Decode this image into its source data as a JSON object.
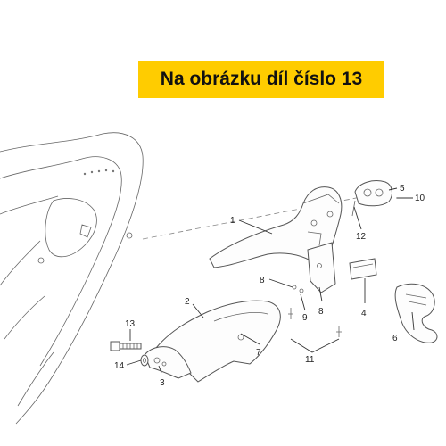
{
  "banner": {
    "text": "Na obrázku díl číslo 13",
    "background_color": "#ffcc00",
    "text_color": "#111111"
  },
  "callouts": {
    "c1": "1",
    "c2": "2",
    "c3": "3",
    "c4": "4",
    "c5": "5",
    "c6": "6",
    "c7": "7",
    "c8a": "8",
    "c8b": "8",
    "c9": "9",
    "c10": "10",
    "c11": "11",
    "c12": "12",
    "c13": "13",
    "c14": "14"
  }
}
